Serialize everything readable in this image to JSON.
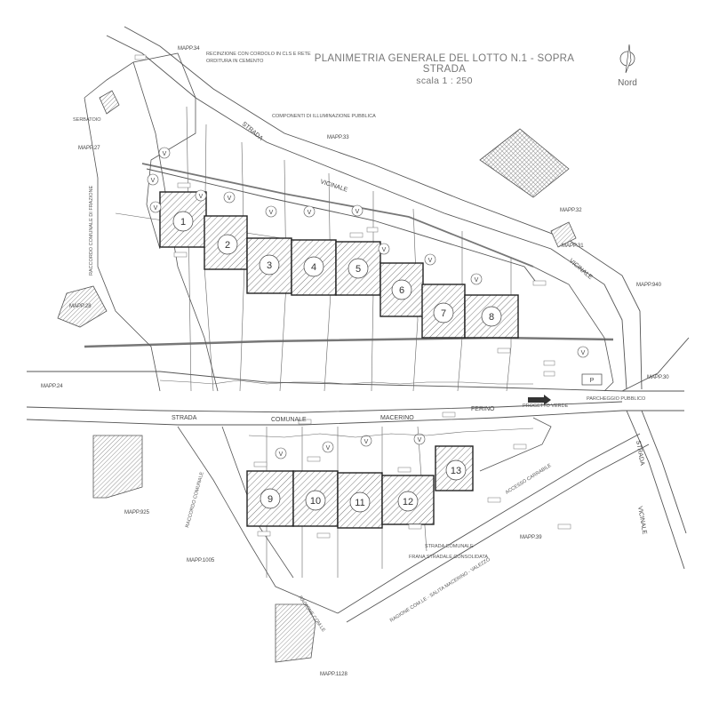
{
  "header": {
    "title": "PLANIMETRIA GENERALE DEL LOTTO N.1 - SOPRA STRADA",
    "scale": "scala 1 : 250"
  },
  "north_label": "Nord",
  "lots": [
    "1",
    "2",
    "3",
    "4",
    "5",
    "6",
    "7",
    "8",
    "9",
    "10",
    "11",
    "12",
    "13"
  ],
  "green_mark": "V",
  "parking_mark": "P",
  "parcels": {
    "mapp34": "MAPP.34",
    "mapp27": "MAPP.27",
    "mapp33": "MAPP.33",
    "mapp32": "MAPP.32",
    "mapp31": "MAPP.31",
    "mapp940": "MAPP.940",
    "mapp30": "MAPP.30",
    "mapp24": "MAPP.24",
    "mapp28": "MAPP.28",
    "mapp925": "MAPP.925",
    "mapp1005": "MAPP.1005",
    "mapp39": "MAPP.39",
    "mapp1128": "MAPP.1128"
  },
  "roads": {
    "strada": "STRADA",
    "comunale": "COMUNALE",
    "macerino": "MACERINO",
    "ferino": "FERINO",
    "vicinale": "VICINALE",
    "v2_strada": "STRADA",
    "v2_vicinale": "VICINALE"
  },
  "notes": {
    "n_top": "RECINZIONE CON CORDOLO IN CLS E RETE",
    "n_top2": "ORDITURA IN CEMENTO",
    "n_nw": "SERBATOIO",
    "n_mid": "COMPONENTI DI ILLUMINAZIONE PUBBLICA",
    "n_left_vert": "RACCORDO COMUNALE DI FRAZIONE",
    "n_bottom_vert": "RACCORDO COMUNALE",
    "n_road_right": "ACCESSO CARRABILE",
    "n_ferino": "PROGETTO VERDE",
    "n_parking": "PARCHEGGIO PUBBLICO",
    "n_bottom_right": "FRANA STRADALE CONSOLIDATA",
    "n_lower_road": "STRADA COMUNALE",
    "n_lower_main": "RAGIONE COM.LE - SALITA MACERINO - VALEZZO",
    "n_lower2": "RAGIONE COM.LE"
  }
}
